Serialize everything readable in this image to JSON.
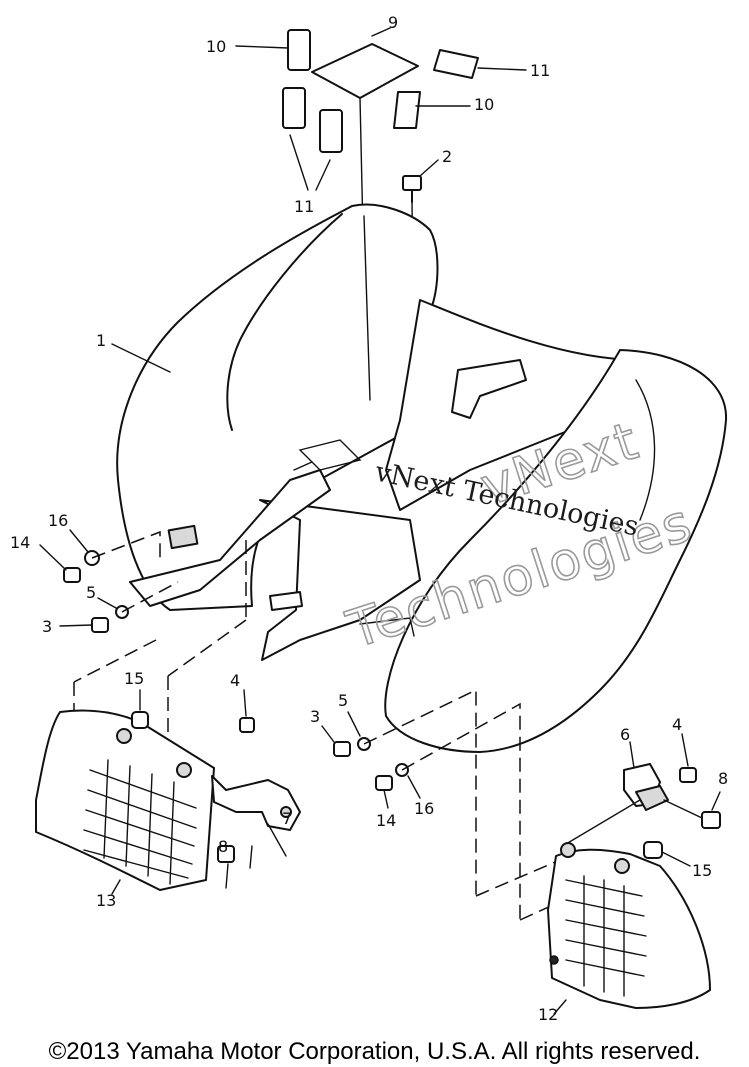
{
  "diagram": {
    "callouts": [
      {
        "id": "1",
        "text": "1"
      },
      {
        "id": "2",
        "text": "2"
      },
      {
        "id": "3a",
        "text": "3"
      },
      {
        "id": "3b",
        "text": "3"
      },
      {
        "id": "4a",
        "text": "4"
      },
      {
        "id": "4b",
        "text": "4"
      },
      {
        "id": "5a",
        "text": "5"
      },
      {
        "id": "5b",
        "text": "5"
      },
      {
        "id": "6",
        "text": "6"
      },
      {
        "id": "7",
        "text": "7"
      },
      {
        "id": "8a",
        "text": "8"
      },
      {
        "id": "8b",
        "text": "8"
      },
      {
        "id": "9",
        "text": "9"
      },
      {
        "id": "10a",
        "text": "10"
      },
      {
        "id": "10b",
        "text": "10"
      },
      {
        "id": "11a",
        "text": "11"
      },
      {
        "id": "11b",
        "text": "11"
      },
      {
        "id": "12",
        "text": "12"
      },
      {
        "id": "13",
        "text": "13"
      },
      {
        "id": "14a",
        "text": "14"
      },
      {
        "id": "14b",
        "text": "14"
      },
      {
        "id": "15a",
        "text": "15"
      },
      {
        "id": "15b",
        "text": "15"
      },
      {
        "id": "16a",
        "text": "16"
      },
      {
        "id": "16b",
        "text": "16"
      }
    ]
  },
  "watermark": {
    "big_line1": "vNext",
    "big_line2": "Technologies",
    "small": "vNext Technologies"
  },
  "footer": {
    "copyright": "©2013 Yamaha Motor Corporation, U.S.A. All rights reserved."
  }
}
